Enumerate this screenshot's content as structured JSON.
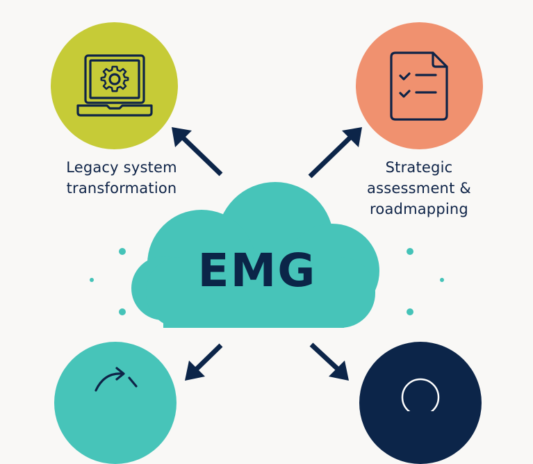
{
  "diagram": {
    "center": {
      "label": "EMG",
      "shape": "cloud",
      "color": "#47c4b9",
      "text_color": "#0b2548"
    },
    "nodes": [
      {
        "id": "legacy",
        "label_lines": [
          "Legacy system",
          "transformation"
        ],
        "icon": "laptop-gear-icon",
        "color": "#c6cb37",
        "position": "top-left"
      },
      {
        "id": "strategic",
        "label_lines": [
          "Strategic",
          "assessment &",
          "roadmapping"
        ],
        "icon": "checklist-document-icon",
        "color": "#f0916f",
        "position": "top-right"
      },
      {
        "id": "cycle",
        "label_lines": [],
        "icon": "refresh-cycle-icon",
        "color": "#47c4b9",
        "position": "bottom-left"
      },
      {
        "id": "dark",
        "label_lines": [],
        "icon": "circle-outline-icon",
        "color": "#0c2549",
        "position": "bottom-right"
      }
    ],
    "arrows": [
      {
        "from": "center",
        "to": "legacy",
        "direction": "up-left"
      },
      {
        "from": "center",
        "to": "strategic",
        "direction": "up-right"
      },
      {
        "from": "center",
        "to": "cycle",
        "direction": "down-left"
      },
      {
        "from": "center",
        "to": "dark",
        "direction": "down-right"
      }
    ],
    "arrow_color": "#0c2549",
    "background": "#f9f8f6",
    "accent_dots_color": "#45c3b8"
  }
}
